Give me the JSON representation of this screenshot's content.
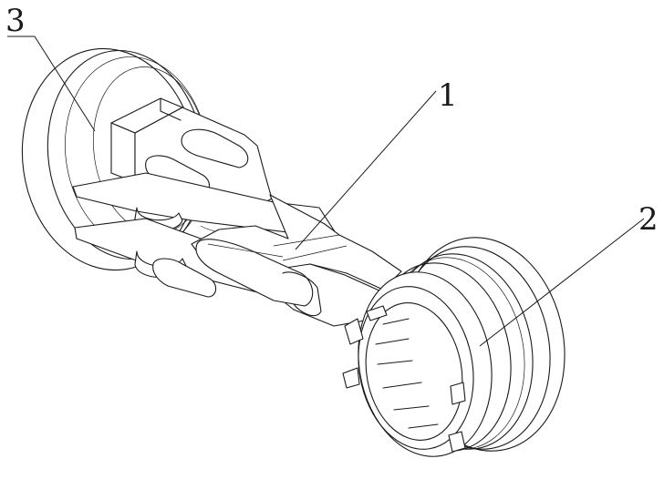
{
  "figure": {
    "callouts": [
      {
        "id": "c1",
        "label": "1"
      },
      {
        "id": "c2",
        "label": "2"
      },
      {
        "id": "c3",
        "label": "3"
      }
    ]
  }
}
